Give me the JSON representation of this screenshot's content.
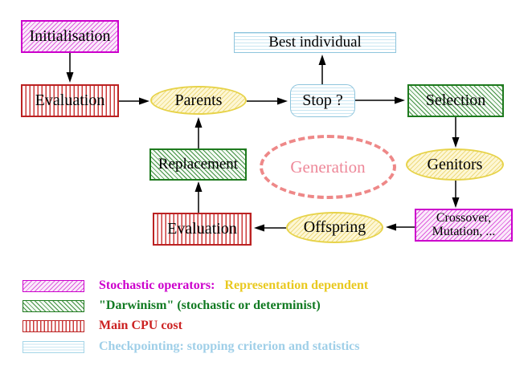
{
  "diagram": {
    "nodes": {
      "initialisation": {
        "label": "Initialisation"
      },
      "evaluation_top": {
        "label": "Evaluation"
      },
      "parents": {
        "label": "Parents"
      },
      "best_individual": {
        "label": "Best individual"
      },
      "stop": {
        "label": "Stop ?"
      },
      "selection": {
        "label": "Selection"
      },
      "genitors": {
        "label": "Genitors"
      },
      "crossover_mutation": {
        "line1": "Crossover,",
        "line2": "Mutation, ..."
      },
      "offspring": {
        "label": "Offspring"
      },
      "evaluation_bottom": {
        "label": "Evaluation"
      },
      "replacement": {
        "label": "Replacement"
      },
      "generation": {
        "label": "Generation"
      }
    },
    "colors": {
      "stochastic_magenta": "#cc00cc",
      "darwinism_green": "#1e7a1e",
      "cpu_red": "#bb2222",
      "checkpointing_blue": "#a5d5e8",
      "operator_yellow": "#e7d34a",
      "generation_salmon": "#ee8888",
      "arrow": "#000000"
    }
  },
  "legend": {
    "items": [
      {
        "name": "stochastic-operators",
        "pattern": "magenta-diagonal-hatch",
        "label": "Stochastic operators:",
        "label2": "Representation dependent",
        "text_color": "#cc00cc",
        "text_color2": "#e9c91f"
      },
      {
        "name": "darwinism",
        "pattern": "green-diagonal-hatch",
        "label": "\"Darwinism\" (stochastic or determinist)",
        "text_color": "#117a22"
      },
      {
        "name": "main-cpu-cost",
        "pattern": "red-vertical-stripes",
        "label": "Main CPU cost",
        "text_color": "#cc2222"
      },
      {
        "name": "checkpointing",
        "pattern": "blue-horizontal-stripes",
        "label": "Checkpointing: stopping criterion and statistics",
        "text_color": "#9fcfe8"
      }
    ]
  }
}
